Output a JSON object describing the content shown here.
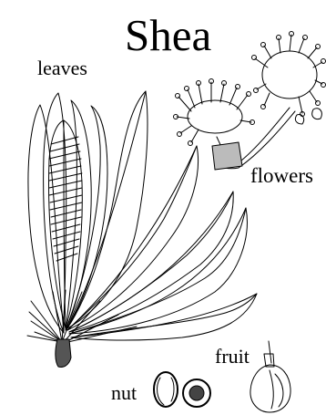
{
  "figure": {
    "title": "Shea",
    "labels": {
      "leaves": "leaves",
      "flowers": "flowers",
      "fruit": "fruit",
      "nut": "nut"
    }
  }
}
